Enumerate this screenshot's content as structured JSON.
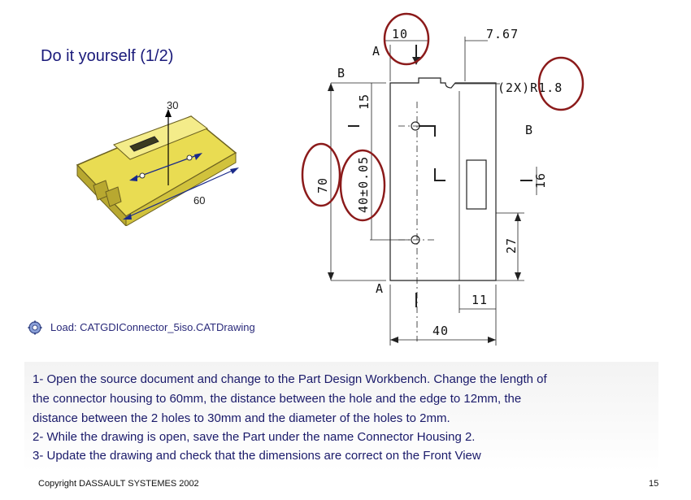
{
  "title": "Do it yourself (1/2)",
  "figure_labels": {
    "dim_30": "30",
    "dim_60": "60"
  },
  "drawing": {
    "dims": {
      "d10": "10",
      "d7_67": "7.67",
      "r1_8": "(2X)R1.8",
      "d15": "15",
      "d70": "70",
      "d40_tol": "40±0.05",
      "d16": "16",
      "d27": "27",
      "d11": "11",
      "d40": "40"
    },
    "section_labels": {
      "a_top": "A",
      "a_bottom": "A",
      "b_left": "B",
      "b_right": "B"
    }
  },
  "load": {
    "icon": "gear-icon",
    "text": "Load: CATGDIConnector_5iso.CATDrawing"
  },
  "instructions": [
    "1- Open the source document and change to the Part Design Workbench. Change the length of",
    "the connector housing to 60mm, the distance between the hole and the edge to 12mm, the",
    "distance between the 2 holes to 30mm and the diameter of the holes to 2mm.",
    "2- While the drawing is open, save the Part under the name Connector Housing 2.",
    "3- Update the drawing and check that the dimensions are correct on the Front View"
  ],
  "footer": {
    "copyright": "Copyright DASSAULT SYSTEMES 2002",
    "page_number": "15"
  },
  "colors": {
    "highlight_circle": "#8b1a1a",
    "part_yellow": "#e8d840",
    "title_blue": "#1a1a7a"
  }
}
